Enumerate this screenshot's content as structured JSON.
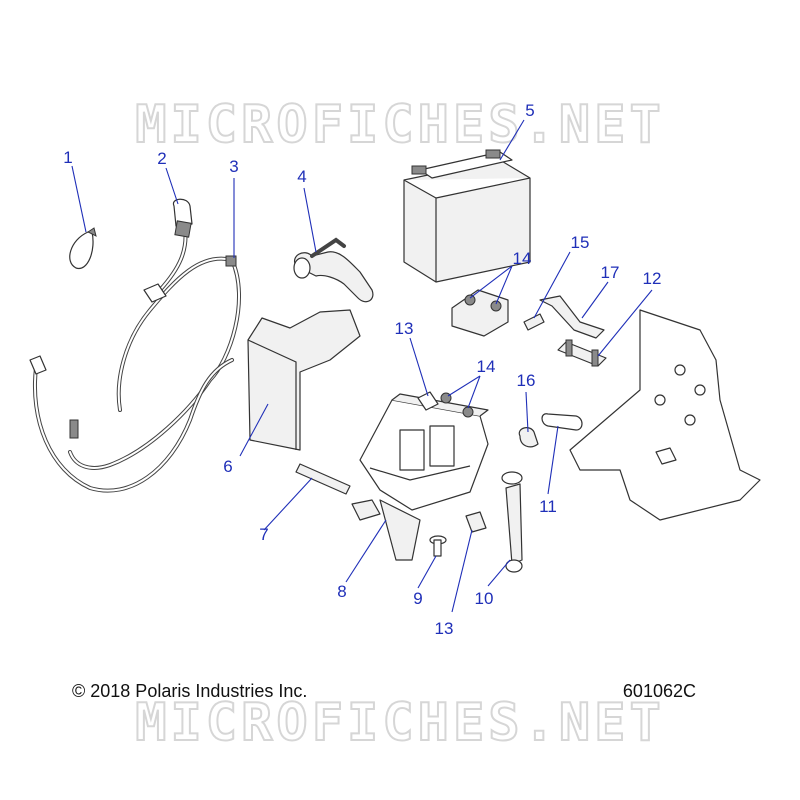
{
  "watermark": {
    "text": "MICROFICHES.NET"
  },
  "copyright": "© 2018 Polaris Industries Inc.",
  "diagram_number": "601062C",
  "callouts": [
    {
      "id": "c1",
      "label": "1"
    },
    {
      "id": "c2",
      "label": "2"
    },
    {
      "id": "c3",
      "label": "3"
    },
    {
      "id": "c4",
      "label": "4"
    },
    {
      "id": "c5",
      "label": "5"
    },
    {
      "id": "c6",
      "label": "6"
    },
    {
      "id": "c7",
      "label": "7"
    },
    {
      "id": "c8",
      "label": "8"
    },
    {
      "id": "c9",
      "label": "9"
    },
    {
      "id": "c10",
      "label": "10"
    },
    {
      "id": "c11",
      "label": "11"
    },
    {
      "id": "c12",
      "label": "12"
    },
    {
      "id": "c13a",
      "label": "13"
    },
    {
      "id": "c13b",
      "label": "13"
    },
    {
      "id": "c14a",
      "label": "14"
    },
    {
      "id": "c14b",
      "label": "14"
    },
    {
      "id": "c15",
      "label": "15"
    },
    {
      "id": "c16",
      "label": "16"
    },
    {
      "id": "c17",
      "label": "17"
    }
  ],
  "colors": {
    "callout": "#1f2fb8",
    "line_art": "#333333",
    "watermark": "#d6d6d6"
  }
}
